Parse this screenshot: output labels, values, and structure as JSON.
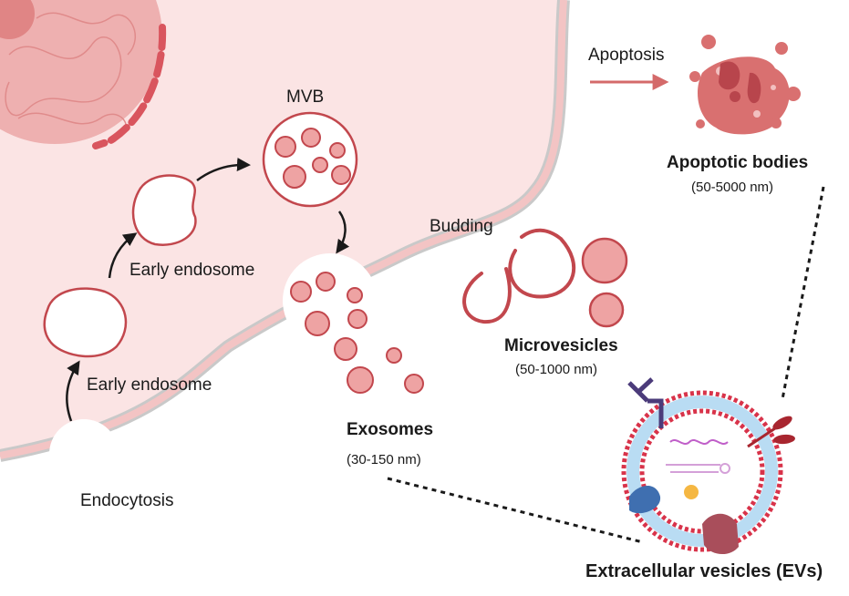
{
  "labels": {
    "mvb": "MVB",
    "early_endosome_upper": "Early endosome",
    "early_endosome_lower": "Early endosome",
    "endocytosis": "Endocytosis",
    "budding": "Budding",
    "apoptosis": "Apoptosis",
    "apoptotic_bodies": "Apoptotic bodies",
    "apoptotic_bodies_size": "(50-5000 nm)",
    "microvesicles": "Microvesicles",
    "microvesicles_size": "(50-1000 nm)",
    "exosomes": "Exosomes",
    "exosomes_size": "(30-150 nm)",
    "evs": "Extracellular vesicles (EVs)"
  },
  "colors": {
    "cytoplasm": "#fbe4e4",
    "membrane_outer": "#e9a9a9",
    "membrane_inner": "#c9c9c9",
    "vesicle_fill": "#eea3a3",
    "vesicle_stroke": "#c2474d",
    "nucleus_fill": "#eeb0b0",
    "arrow_dark": "#1a1a1a",
    "arrow_red": "#d46a6a",
    "lipid_blue": "#b9dcf3",
    "lipid_red": "#d8334a"
  }
}
